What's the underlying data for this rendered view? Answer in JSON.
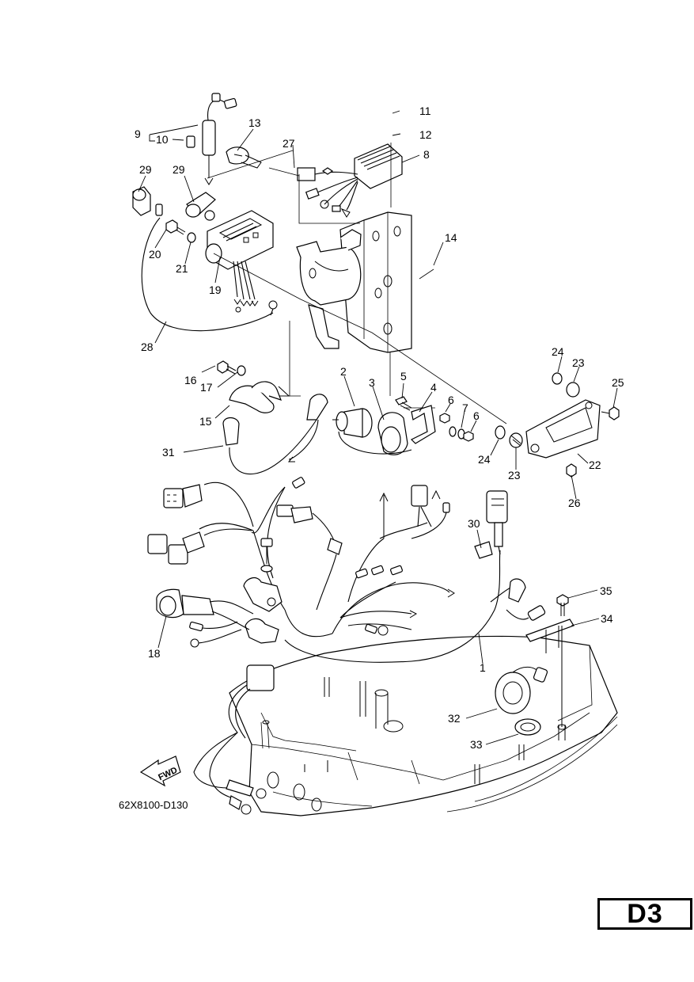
{
  "diagram": {
    "drawing_code": "62X8100-D130",
    "direction_label": "FWD",
    "page_tab": "D3",
    "callouts": [
      {
        "id": "c1",
        "label": "1"
      },
      {
        "id": "c2",
        "label": "2"
      },
      {
        "id": "c3",
        "label": "3"
      },
      {
        "id": "c4",
        "label": "4"
      },
      {
        "id": "c5",
        "label": "5"
      },
      {
        "id": "c6a",
        "label": "6"
      },
      {
        "id": "c6b",
        "label": "6"
      },
      {
        "id": "c7",
        "label": "7"
      },
      {
        "id": "c8",
        "label": "8"
      },
      {
        "id": "c9",
        "label": "9"
      },
      {
        "id": "c10",
        "label": "10"
      },
      {
        "id": "c11",
        "label": "11"
      },
      {
        "id": "c12",
        "label": "12"
      },
      {
        "id": "c13",
        "label": "13"
      },
      {
        "id": "c14",
        "label": "14"
      },
      {
        "id": "c15",
        "label": "15"
      },
      {
        "id": "c16",
        "label": "16"
      },
      {
        "id": "c17",
        "label": "17"
      },
      {
        "id": "c18",
        "label": "18"
      },
      {
        "id": "c19",
        "label": "19"
      },
      {
        "id": "c20",
        "label": "20"
      },
      {
        "id": "c21",
        "label": "21"
      },
      {
        "id": "c22",
        "label": "22"
      },
      {
        "id": "c23a",
        "label": "23"
      },
      {
        "id": "c23b",
        "label": "23"
      },
      {
        "id": "c24a",
        "label": "24"
      },
      {
        "id": "c24b",
        "label": "24"
      },
      {
        "id": "c25",
        "label": "25"
      },
      {
        "id": "c26",
        "label": "26"
      },
      {
        "id": "c27",
        "label": "27"
      },
      {
        "id": "c28",
        "label": "28"
      },
      {
        "id": "c29a",
        "label": "29"
      },
      {
        "id": "c29b",
        "label": "29"
      },
      {
        "id": "c30",
        "label": "30"
      },
      {
        "id": "c31",
        "label": "31"
      },
      {
        "id": "c32",
        "label": "32"
      },
      {
        "id": "c33",
        "label": "33"
      },
      {
        "id": "c34",
        "label": "34"
      },
      {
        "id": "c35",
        "label": "35"
      }
    ]
  }
}
